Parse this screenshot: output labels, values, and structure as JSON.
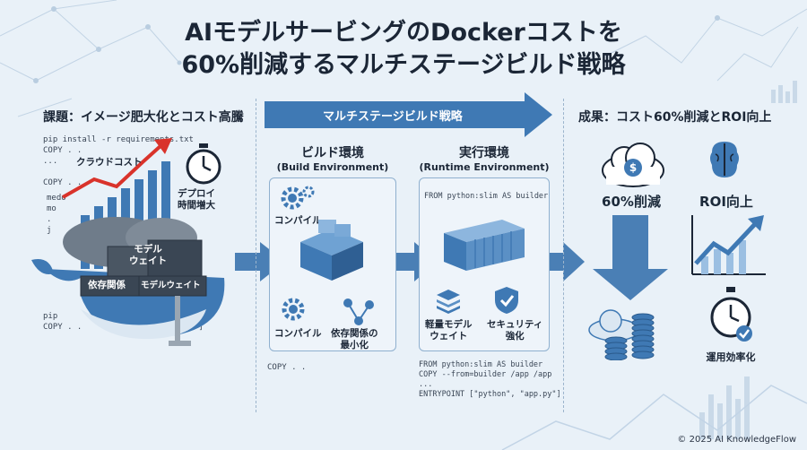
{
  "title": {
    "line1": "AIモデルサービングのDockerコストを",
    "line2": "60%削減するマルチステージビルド戦略"
  },
  "left": {
    "heading": "課題：イメージ肥大化とコスト高騰",
    "code_top": "pip install -r requirements.txt\nCOPY . .\n...\n\nCOPY . .",
    "code_mid": "medo\nmo\n.\nj",
    "code_bottom": "pip\nCOPY . .                \"app.py\"]",
    "cloud_cost": "クラウドコスト",
    "deploy_time": "デプロイ\n時間増大",
    "box_model": "モデル\nウェイト",
    "box_deps": "依存関係",
    "box_model2": "モデルウェイト"
  },
  "banner": {
    "label": "マルチステージビルド戦略"
  },
  "build": {
    "title": "ビルド環境",
    "subtitle": "(Build Environment)",
    "compile1": "コンパイル",
    "compile2": "コンパイル",
    "deps_min": "依存関係の\n最小化",
    "copy": "COPY . ."
  },
  "runtime": {
    "title": "実行環境",
    "subtitle": "(Runtime Environment)",
    "from_top": "FROM python:slim AS builder",
    "light_model": "軽量モデル\nウェイト",
    "security": "セキュリティ\n強化",
    "code_bottom": "FROM python:slim AS builder\nCOPY --from=builder /app /app\n...\nENTRYPOINT [\"python\", \"app.py\"]"
  },
  "result": {
    "heading": "成果：コスト60%削減とROI向上",
    "cost_cut": "60%削減",
    "roi": "ROI向上",
    "ops": "運用効率化"
  },
  "footer": {
    "copyright": "© 2025 AI KnowledgeFlow"
  },
  "colors": {
    "accent": "#3f79b4",
    "arrow": "#4a7fb5",
    "red": "#d9332b"
  }
}
